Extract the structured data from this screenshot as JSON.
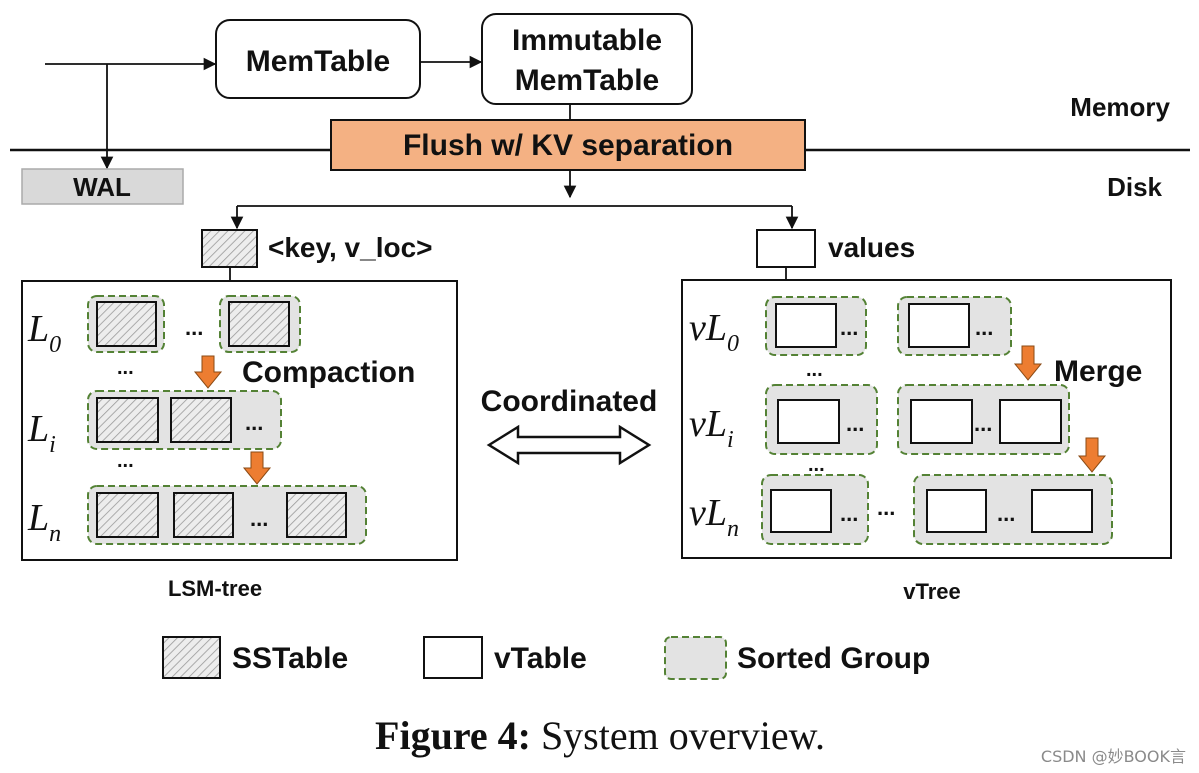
{
  "inputs": {
    "memtable": "MemTable",
    "immutable_line1": "Immutable",
    "immutable_line2": "MemTable",
    "flush": "Flush w/ KV separation",
    "wal": "WAL"
  },
  "regions": {
    "memory": "Memory",
    "disk": "Disk"
  },
  "outputs": {
    "key_vloc": "<key, v_loc>",
    "values": "values"
  },
  "lsm_tree": {
    "title": "LSM-tree",
    "levels": [
      {
        "base": "L",
        "sub": "0"
      },
      {
        "base": "L",
        "sub": "i"
      },
      {
        "base": "L",
        "sub": "n"
      }
    ],
    "compaction": "Compaction"
  },
  "vtree": {
    "title": "vTree",
    "levels": [
      {
        "base": "vL",
        "sub": "0"
      },
      {
        "base": "vL",
        "sub": "i"
      },
      {
        "base": "vL",
        "sub": "n"
      }
    ],
    "merge": "Merge"
  },
  "coordinated": "Coordinated",
  "legend": {
    "sstable": "SSTable",
    "vtable": "vTable",
    "sorted_group": "Sorted Group"
  },
  "caption": {
    "label": "Figure 4:",
    "text": " System overview."
  },
  "watermark": "CSDN @妙BOOK言",
  "colors": {
    "flush_fill": "#f4b183",
    "group_fill": "#e3e3e3",
    "group_border": "#548235",
    "arrow_orange": "#ed7d31",
    "wal_fill": "#d9d9d9"
  }
}
